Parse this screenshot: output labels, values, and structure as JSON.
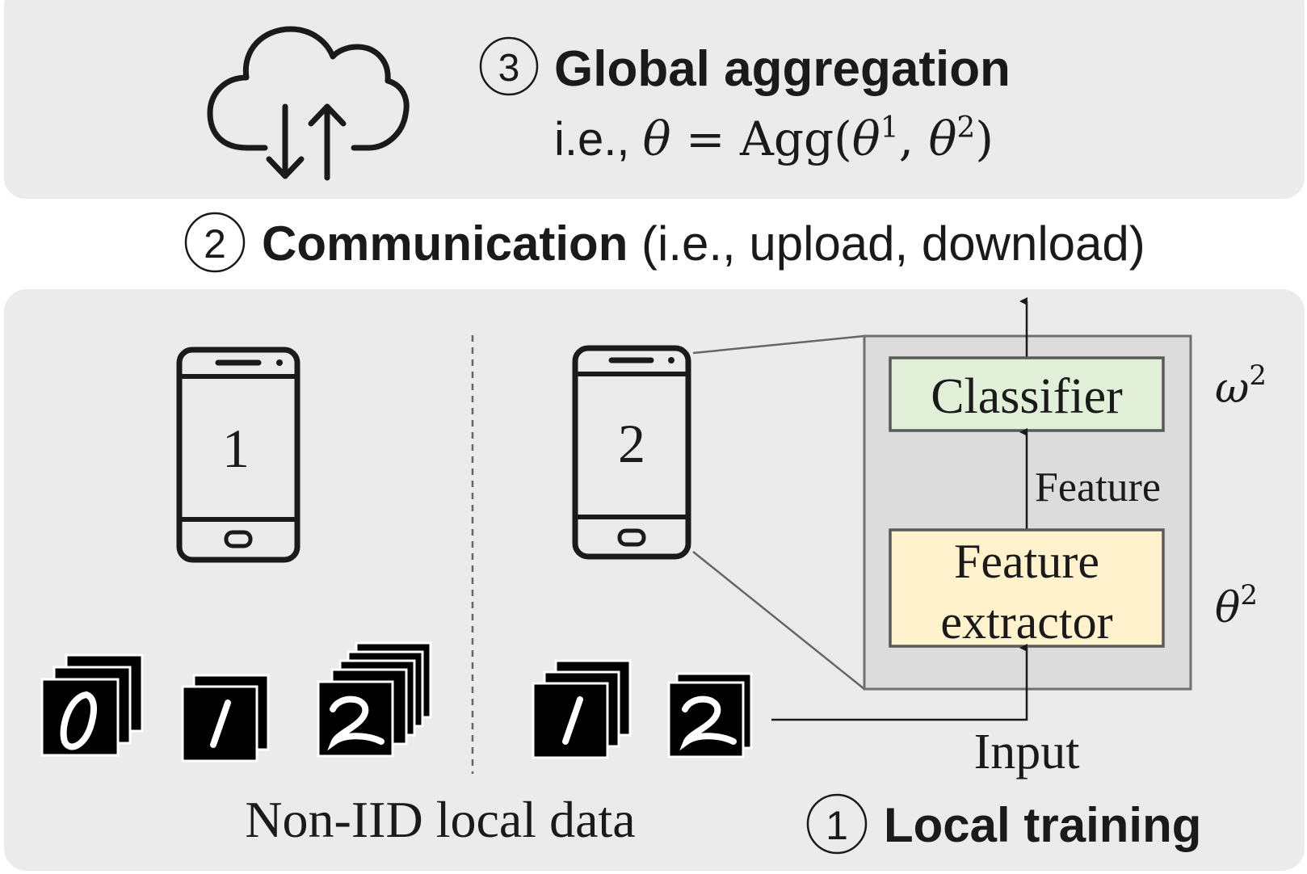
{
  "global_step": {
    "number": "3",
    "title": "Global aggregation",
    "eq_prefix": "i.e., ",
    "eq_theta": "θ",
    "eq_equals": " = Agg(",
    "eq_theta1": "θ",
    "eq_sup1": "1",
    "eq_comma": ", ",
    "eq_theta2": "θ",
    "eq_sup2": "2",
    "eq_close": ")"
  },
  "communication_step": {
    "number": "2",
    "title": "Communication",
    "detail": " (i.e., upload, download)"
  },
  "clients": [
    {
      "label": "1",
      "digits": [
        "0",
        "1",
        "2"
      ]
    },
    {
      "label": "2",
      "digits": [
        "1",
        "2"
      ]
    }
  ],
  "local_data_label": "Non-IID local data",
  "model": {
    "classifier": "Classifier",
    "feature_label": "Feature",
    "extractor_line1": "Feature",
    "extractor_line2": "extractor",
    "input_label": "Input",
    "omega": "ω",
    "omega_sup": "2",
    "theta": "θ",
    "theta_sup": "2"
  },
  "local_step": {
    "number": "1",
    "title": "Local training"
  },
  "colors": {
    "panel_bg": "#ebebeb",
    "model_box_bg": "#dcdcdc",
    "classifier_fill": "#e2efd9",
    "extractor_fill": "#fff2cc",
    "digit_bg": "#000000",
    "stroke": "#1a1a1a"
  },
  "icons": [
    "cloud-sync-icon",
    "smartphone-icon",
    "mnist-digit-image"
  ]
}
